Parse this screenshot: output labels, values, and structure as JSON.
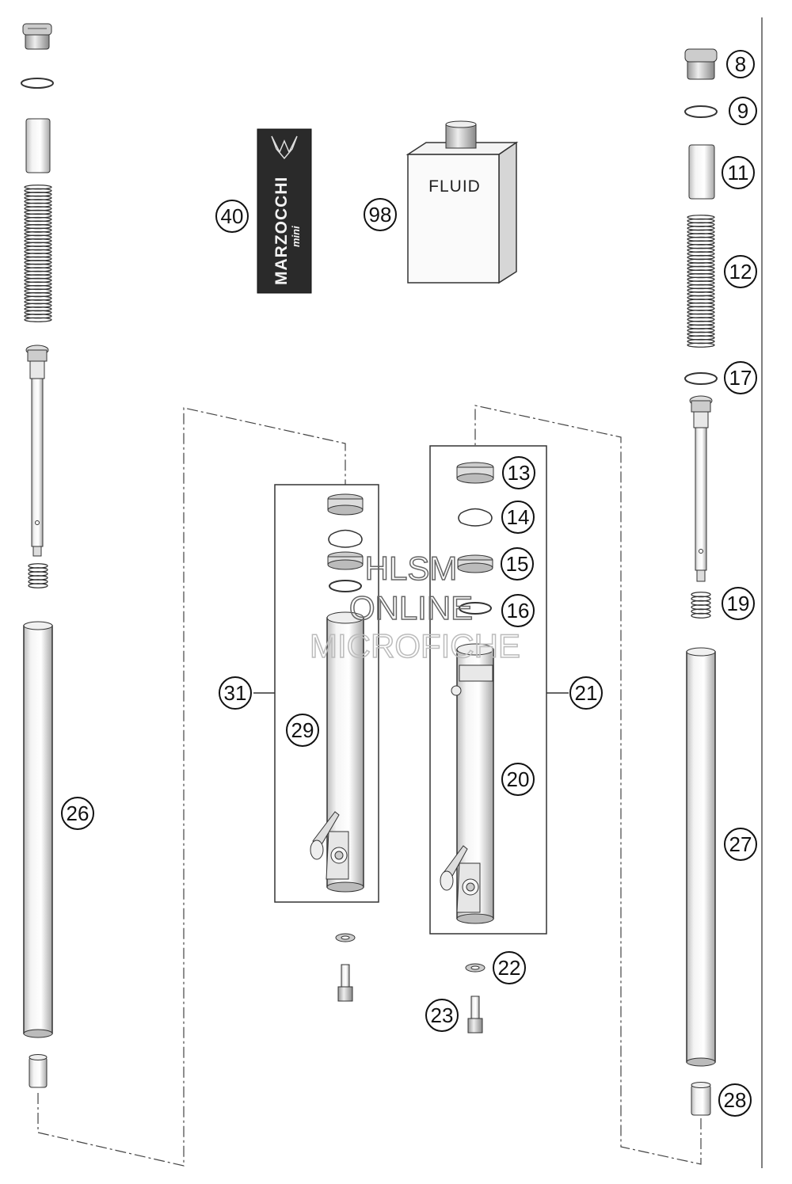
{
  "callouts": [
    {
      "id": "8",
      "label": "8"
    },
    {
      "id": "9",
      "label": "9"
    },
    {
      "id": "11",
      "label": "11"
    },
    {
      "id": "12",
      "label": "12"
    },
    {
      "id": "13",
      "label": "13"
    },
    {
      "id": "14",
      "label": "14"
    },
    {
      "id": "15",
      "label": "15"
    },
    {
      "id": "16",
      "label": "16"
    },
    {
      "id": "17",
      "label": "17"
    },
    {
      "id": "19",
      "label": "19"
    },
    {
      "id": "20",
      "label": "20"
    },
    {
      "id": "21",
      "label": "21"
    },
    {
      "id": "22",
      "label": "22"
    },
    {
      "id": "23",
      "label": "23"
    },
    {
      "id": "26",
      "label": "26"
    },
    {
      "id": "27",
      "label": "27"
    },
    {
      "id": "28",
      "label": "28"
    },
    {
      "id": "29",
      "label": "29"
    },
    {
      "id": "31",
      "label": "31"
    },
    {
      "id": "40",
      "label": "40"
    },
    {
      "id": "98",
      "label": "98"
    }
  ],
  "fluid_label": "FLUID",
  "brand_label": "MARZOCCHI",
  "brand_sub": "mini",
  "watermark": {
    "line1": "HLSM",
    "line2": "ONLINE",
    "line3": "MICROFICHE"
  }
}
